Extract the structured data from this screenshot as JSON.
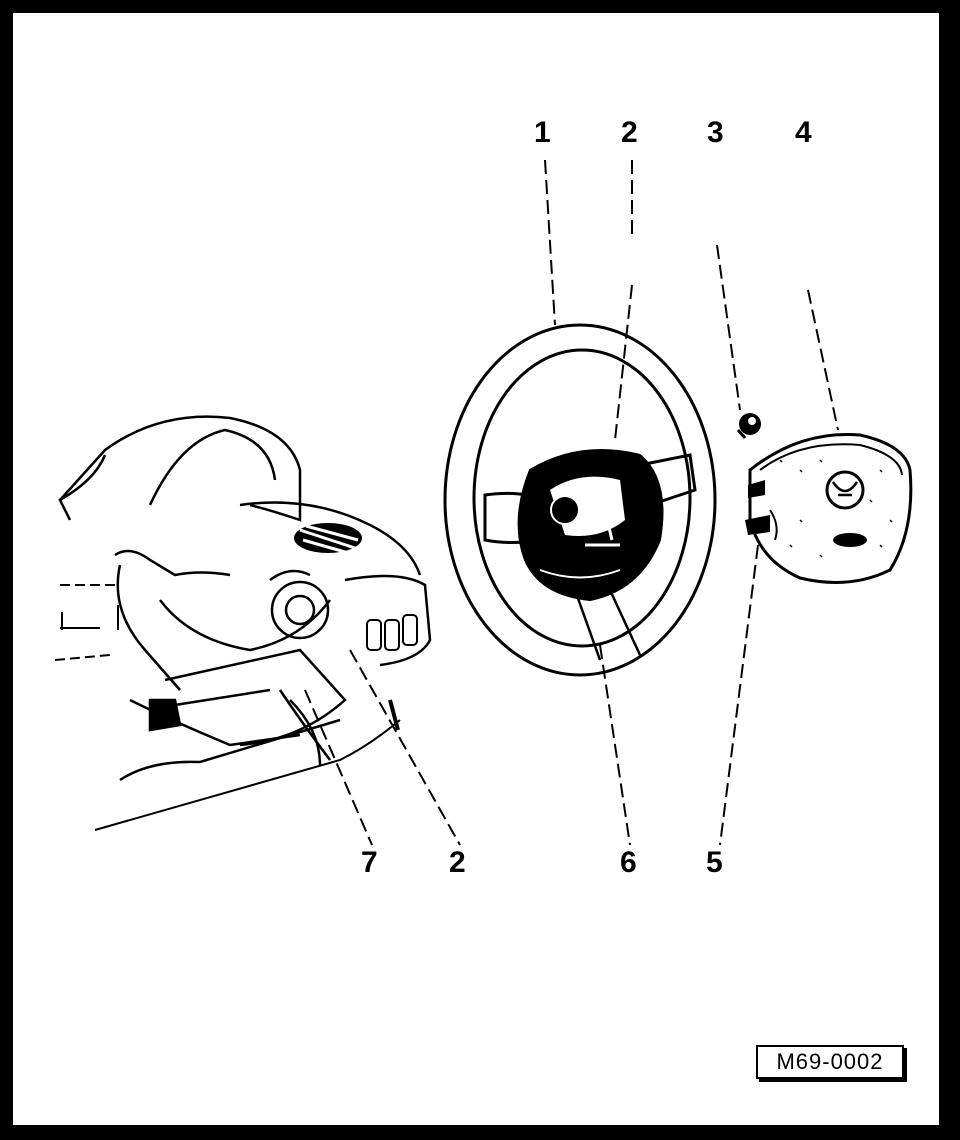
{
  "diagram": {
    "callouts": {
      "c1": "1",
      "c2_top": "2",
      "c3": "3",
      "c4": "4",
      "c7": "7",
      "c2_bottom": "2",
      "c6": "6",
      "c5": "5"
    },
    "reference_code": "M69-0002",
    "dash_label": "-- -"
  }
}
